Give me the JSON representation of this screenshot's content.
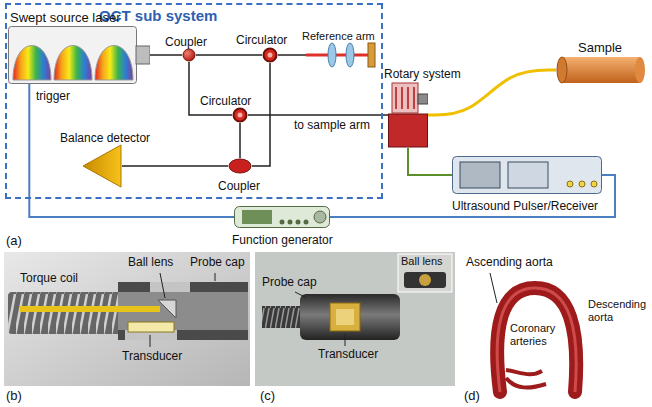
{
  "diagram": {
    "nodes": [
      {
        "text": [
          "OCT sub system"
        ]
      },
      {
        "text": [
          "Swept source laser"
        ],
        "in": 0
      },
      {
        "text": [
          "Coupler"
        ],
        "in": 0
      },
      {
        "text": [
          "Circulator"
        ],
        "in": 0
      },
      {
        "text": [
          "Circulator"
        ],
        "in": 0
      },
      {
        "text": [
          "Reference arm"
        ],
        "in": 0
      },
      {
        "text": [
          "Balance detector"
        ],
        "in": 0
      },
      {
        "text": [
          "Coupler"
        ],
        "in": 0
      },
      {
        "text": [
          "Rotary system"
        ]
      },
      {
        "text": [
          "Sample"
        ]
      },
      {
        "text": [
          "Ultrasound Pulser/Receiver"
        ]
      },
      {
        "text": [
          "Function generator"
        ]
      }
    ],
    "edges": [
      {
        "from": 1,
        "to": 2,
        "arrow": "none"
      },
      {
        "from": 2,
        "to": 3,
        "arrow": "none"
      },
      {
        "from": 2,
        "to": 4,
        "arrow": "none"
      },
      {
        "from": 3,
        "to": 5,
        "arrow": "none"
      },
      {
        "from": 3,
        "to": 7,
        "arrow": "none"
      },
      {
        "from": 4,
        "to": 7,
        "arrow": "none"
      },
      {
        "from": 4,
        "to": 8,
        "label": "to sample arm",
        "arrow": "none"
      },
      {
        "from": 7,
        "to": 6,
        "arrow": "none"
      },
      {
        "from": 8,
        "to": 9,
        "arrow": "none"
      },
      {
        "from": 8,
        "to": 10,
        "arrow": "none"
      },
      {
        "from": 1,
        "to": 11,
        "arrow": "none"
      },
      {
        "from": 11,
        "to": 10,
        "arrow": "none"
      }
    ],
    "labels": [
      "trigger",
      "(a)",
      "Torque coil",
      "Ball lens",
      "Probe cap",
      "Transducer",
      "(b)",
      "Probe cap",
      "Transducer",
      "Ball lens",
      "(c)",
      "Ascending aorta",
      "Descending aorta",
      "Coronary arteries",
      "(d)"
    ]
  }
}
